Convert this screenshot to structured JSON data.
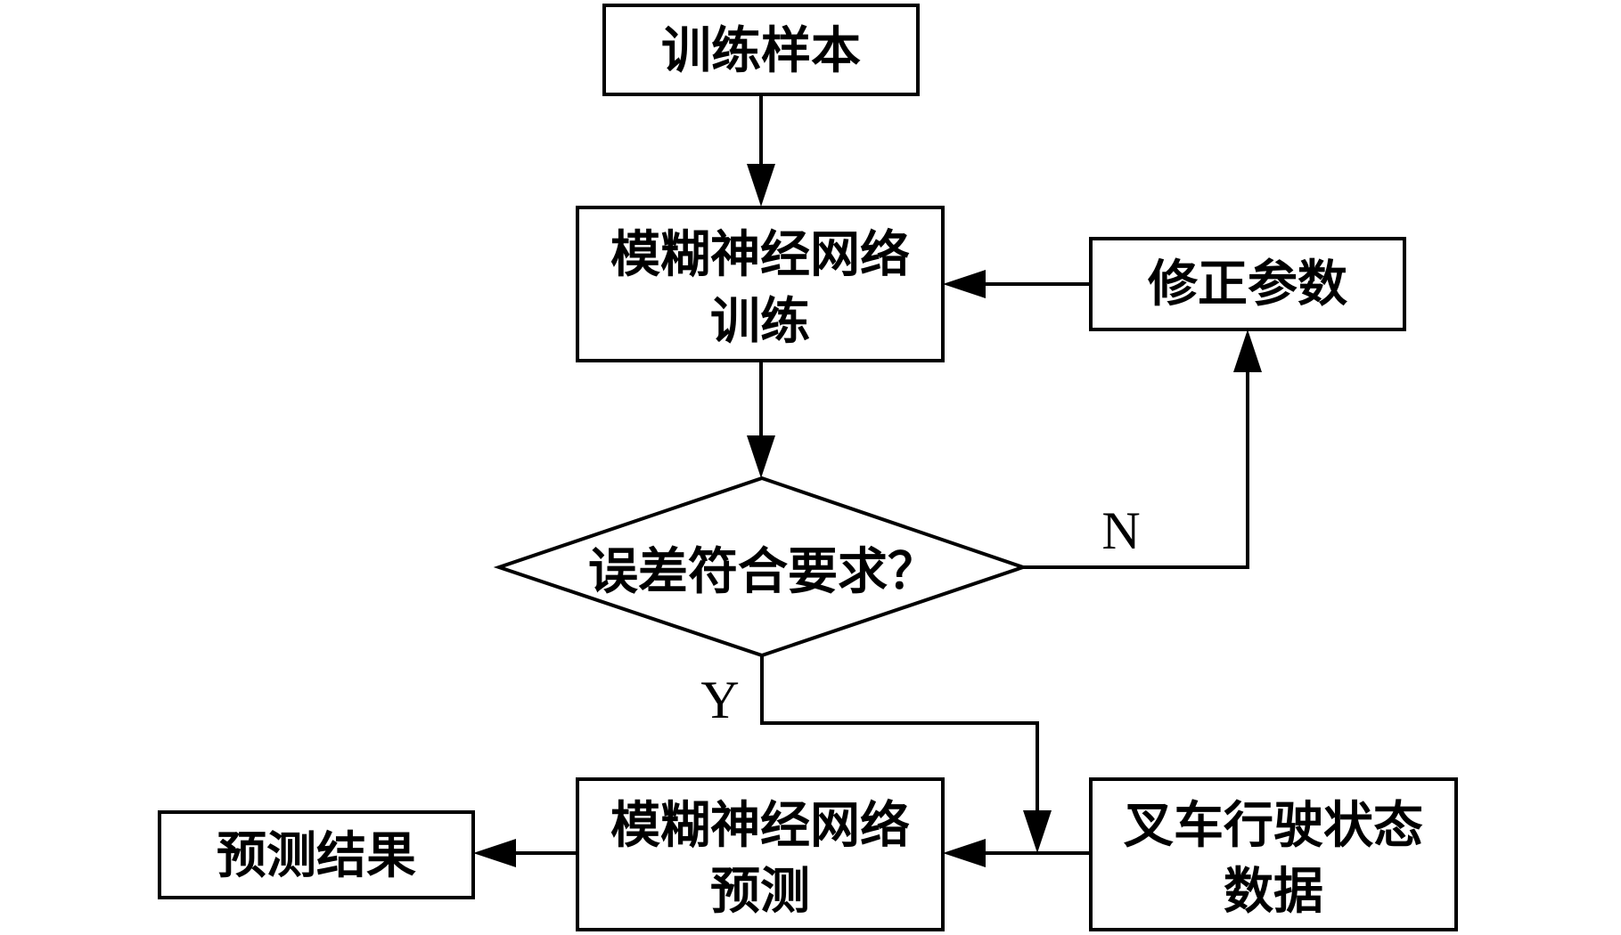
{
  "nodes": {
    "training_samples": {
      "text": "训练样本"
    },
    "fnn_training": {
      "line1": "模糊神经网络",
      "line2": "训练"
    },
    "adjust_params": {
      "text": "修正参数"
    },
    "error_check": {
      "text": "误差符合要求？"
    },
    "fnn_prediction": {
      "line1": "模糊神经网络",
      "line2": "预测"
    },
    "forklift_data": {
      "line1": "叉车行驶状态",
      "line2": "数据"
    },
    "prediction_result": {
      "text": "预测结果"
    }
  },
  "edges": {
    "no_label": "N",
    "yes_label": "Y"
  }
}
